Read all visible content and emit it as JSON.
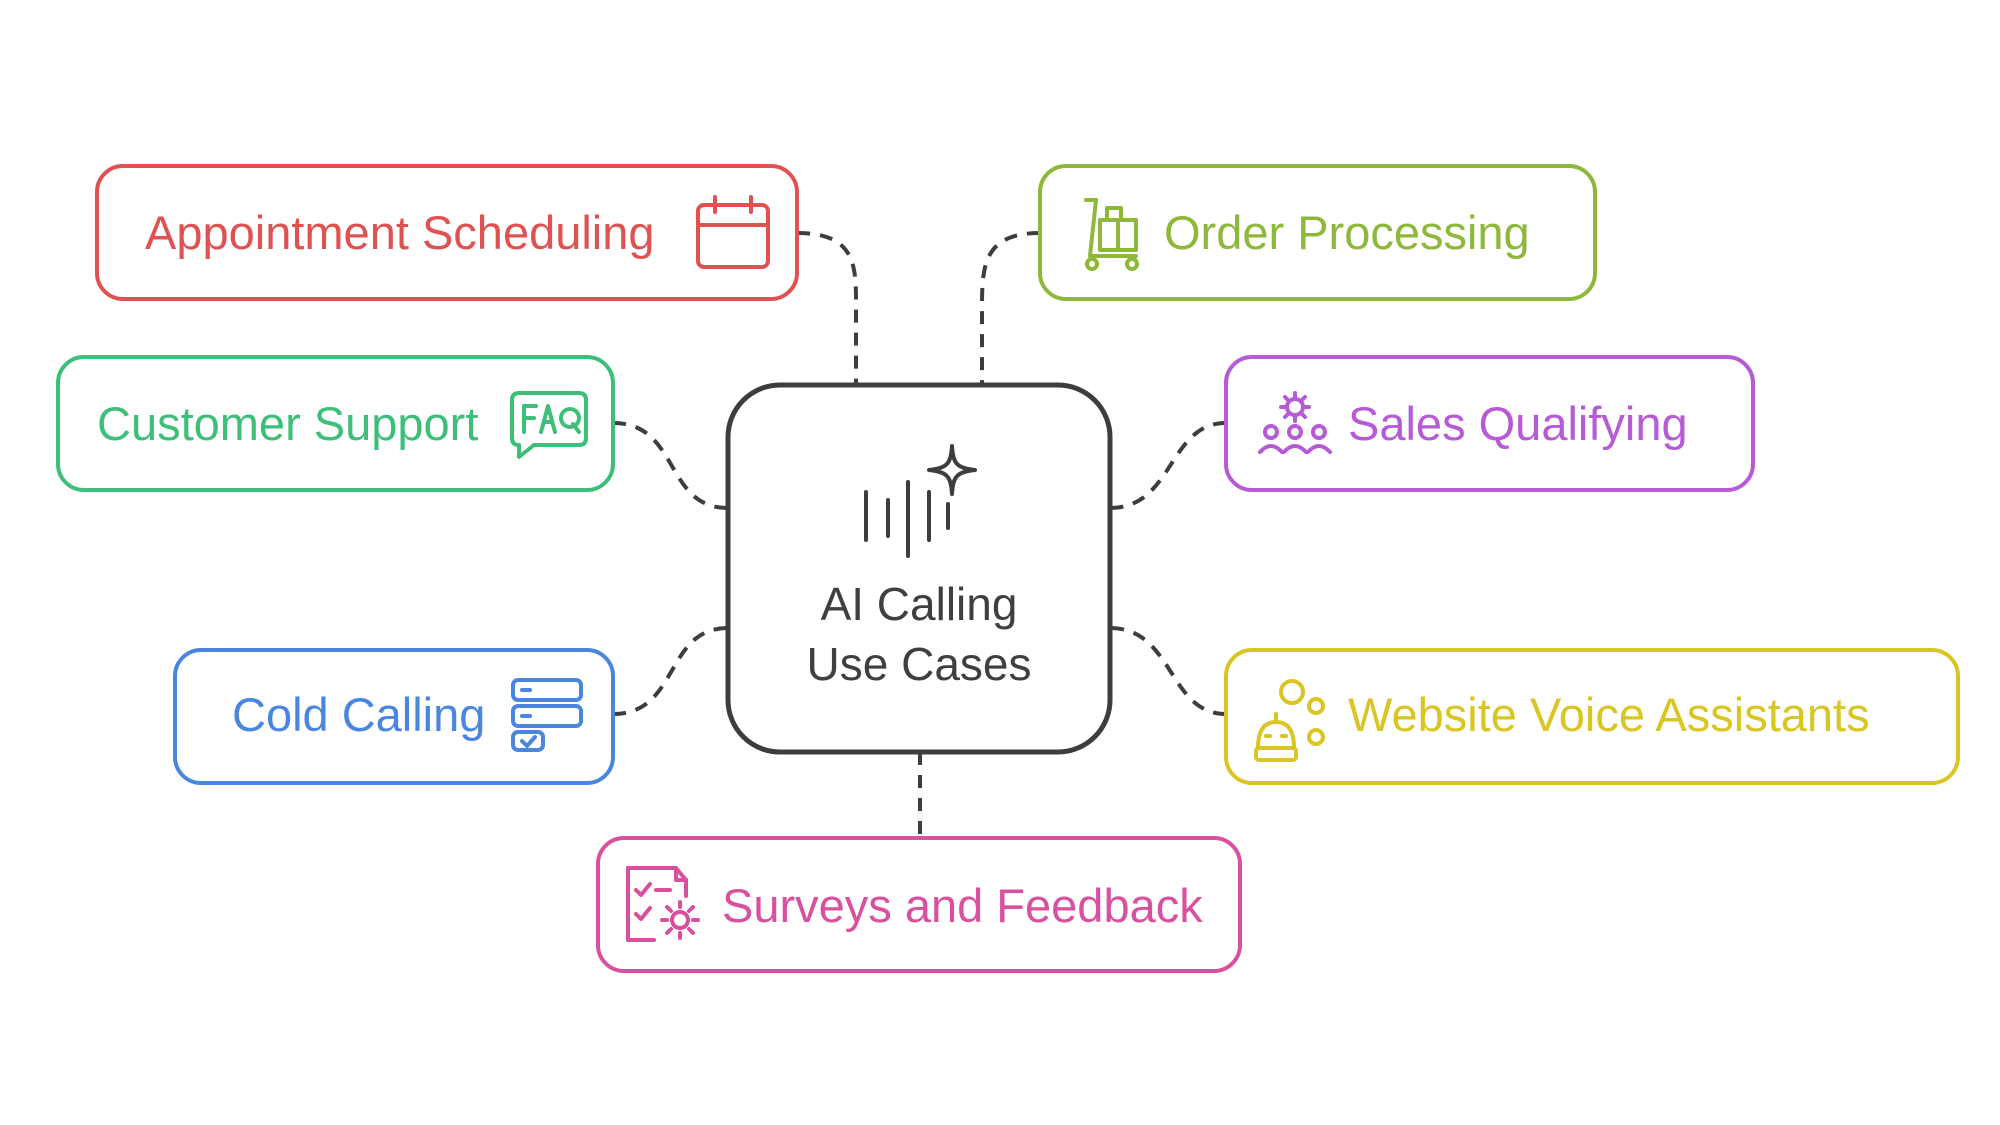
{
  "center": {
    "title_line1": "AI Calling",
    "title_line2": "Use Cases",
    "icon": "ai-voice-sparkle-icon"
  },
  "use_cases": [
    {
      "id": "appointment-scheduling",
      "label": "Appointment Scheduling",
      "icon": "calendar-icon",
      "color": "#e05252"
    },
    {
      "id": "order-processing",
      "label": "Order Processing",
      "icon": "shopping-cart-icon",
      "color": "#8db83a"
    },
    {
      "id": "customer-support",
      "label": "Customer Support",
      "icon": "faq-bubble-icon",
      "color": "#3dbf7a"
    },
    {
      "id": "sales-qualifying",
      "label": "Sales Qualifying",
      "icon": "people-gear-icon",
      "color": "#b65ad6"
    },
    {
      "id": "cold-calling",
      "label": "Cold Calling",
      "icon": "server-list-icon",
      "color": "#4a86e0"
    },
    {
      "id": "website-voice-assistants",
      "label": "Website Voice Assistants",
      "icon": "robot-assistant-icon",
      "color": "#d9c523"
    },
    {
      "id": "surveys-and-feedback",
      "label": "Surveys and Feedback",
      "icon": "checklist-gear-icon",
      "color": "#d9509e"
    }
  ]
}
